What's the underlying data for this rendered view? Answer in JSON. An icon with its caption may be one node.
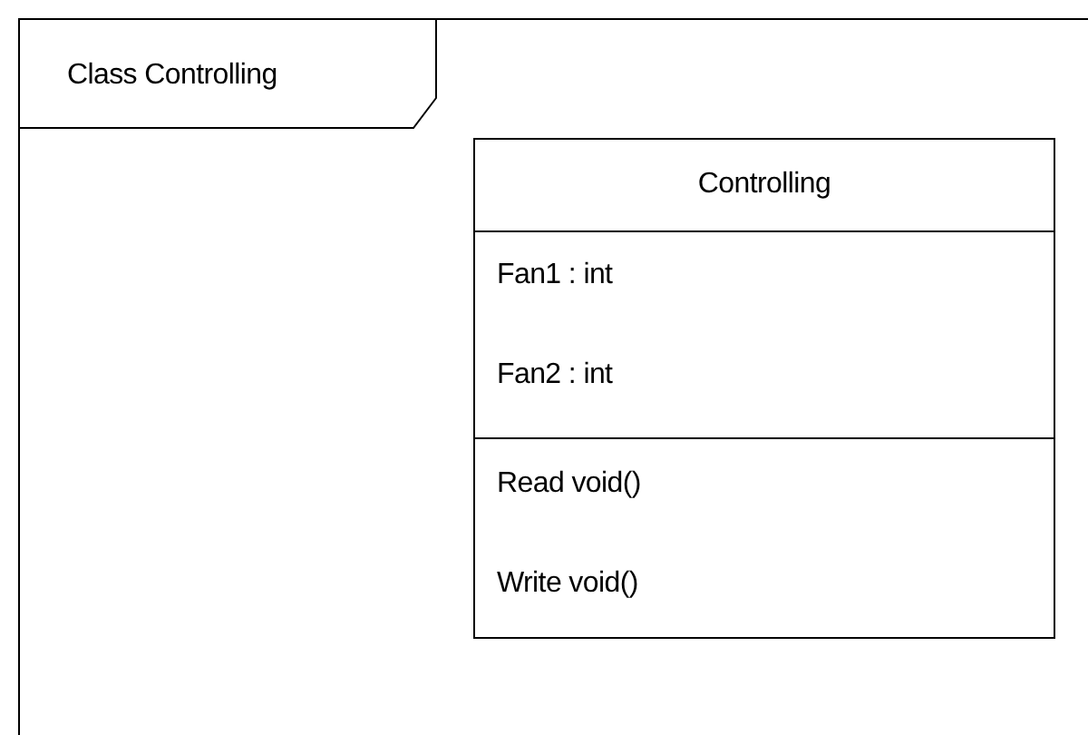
{
  "diagram": {
    "nodes": [
      {
        "text": [
          "Class Controlling"
        ]
      },
      {
        "text": [
          "Controlling",
          "Fan1 : int",
          "Fan2 : int",
          "Read void()",
          "Write void()"
        ],
        "in": 0
      }
    ]
  }
}
